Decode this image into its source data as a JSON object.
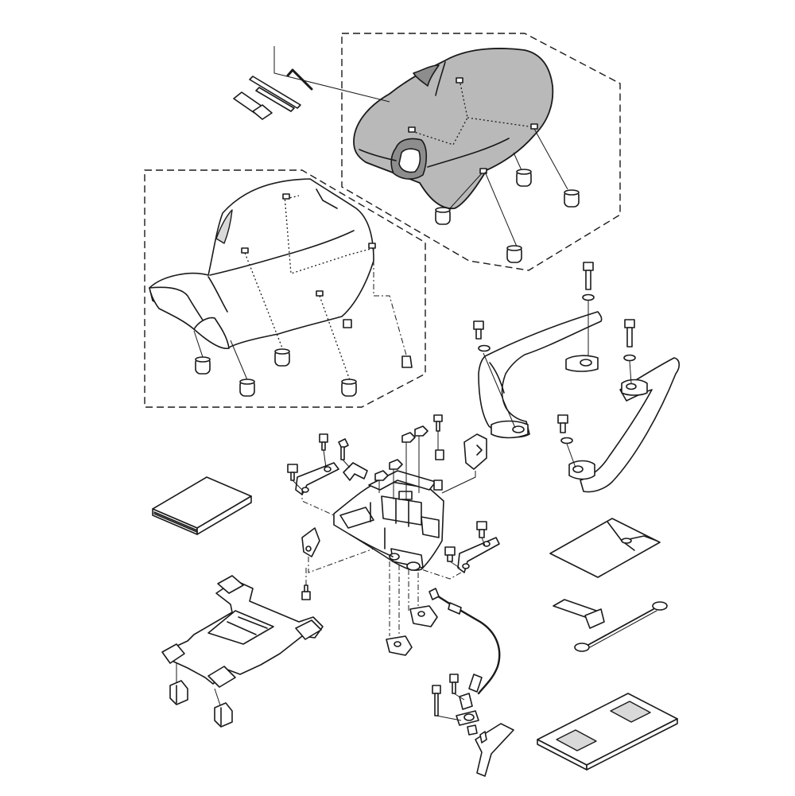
{
  "diagram": {
    "kind": "exploded-parts-view",
    "colors": {
      "line": "#1a1a1a",
      "passenger_seat_fill": "#b9b9b9",
      "background": "#ffffff"
    },
    "groups": [
      "passenger-seat-assembly",
      "rider-seat-assembly",
      "seat-bracket-assembly",
      "grab-rails",
      "seat-lock-cable",
      "documents-and-accessories"
    ]
  }
}
